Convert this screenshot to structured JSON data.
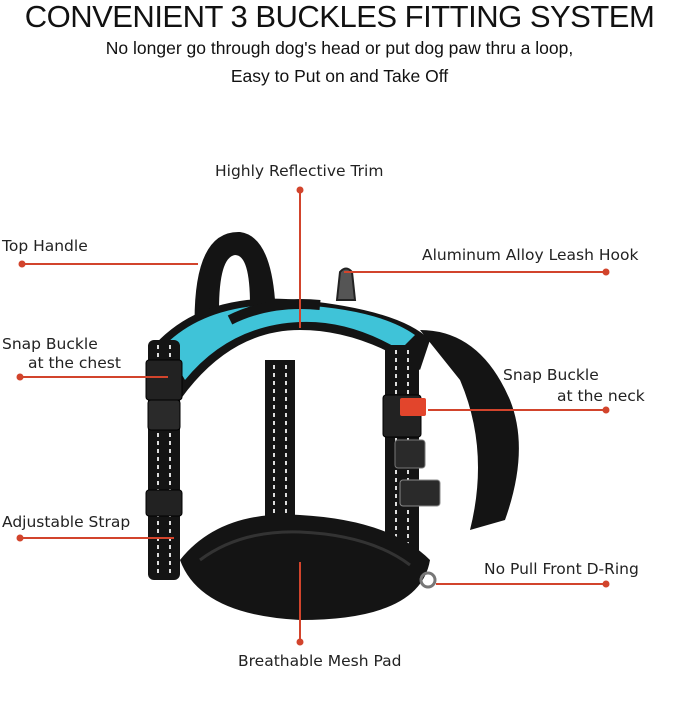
{
  "header": {
    "title": "CONVENIENT 3 BUCKLES FITTING SYSTEM",
    "subtitle_line1": "No longer go through dog's head or put dog paw thru a loop,",
    "subtitle_line2": "Easy to Put on and Take Off"
  },
  "callouts": {
    "reflective_trim": "Highly Reflective Trim",
    "top_handle": "Top Handle",
    "leash_hook": "Aluminum Alloy Leash Hook",
    "snap_chest_1": "Snap Buckle",
    "snap_chest_2": "at the chest",
    "snap_neck_1": "Snap Buckle",
    "snap_neck_2": "at the neck",
    "adjustable_strap": "Adjustable Strap",
    "d_ring": "No Pull Front D-Ring",
    "mesh_pad": "Breathable Mesh Pad"
  },
  "colors": {
    "callout_line": "#d2442c",
    "harness_panel": "#3fc3d8",
    "strap": "#141414"
  }
}
